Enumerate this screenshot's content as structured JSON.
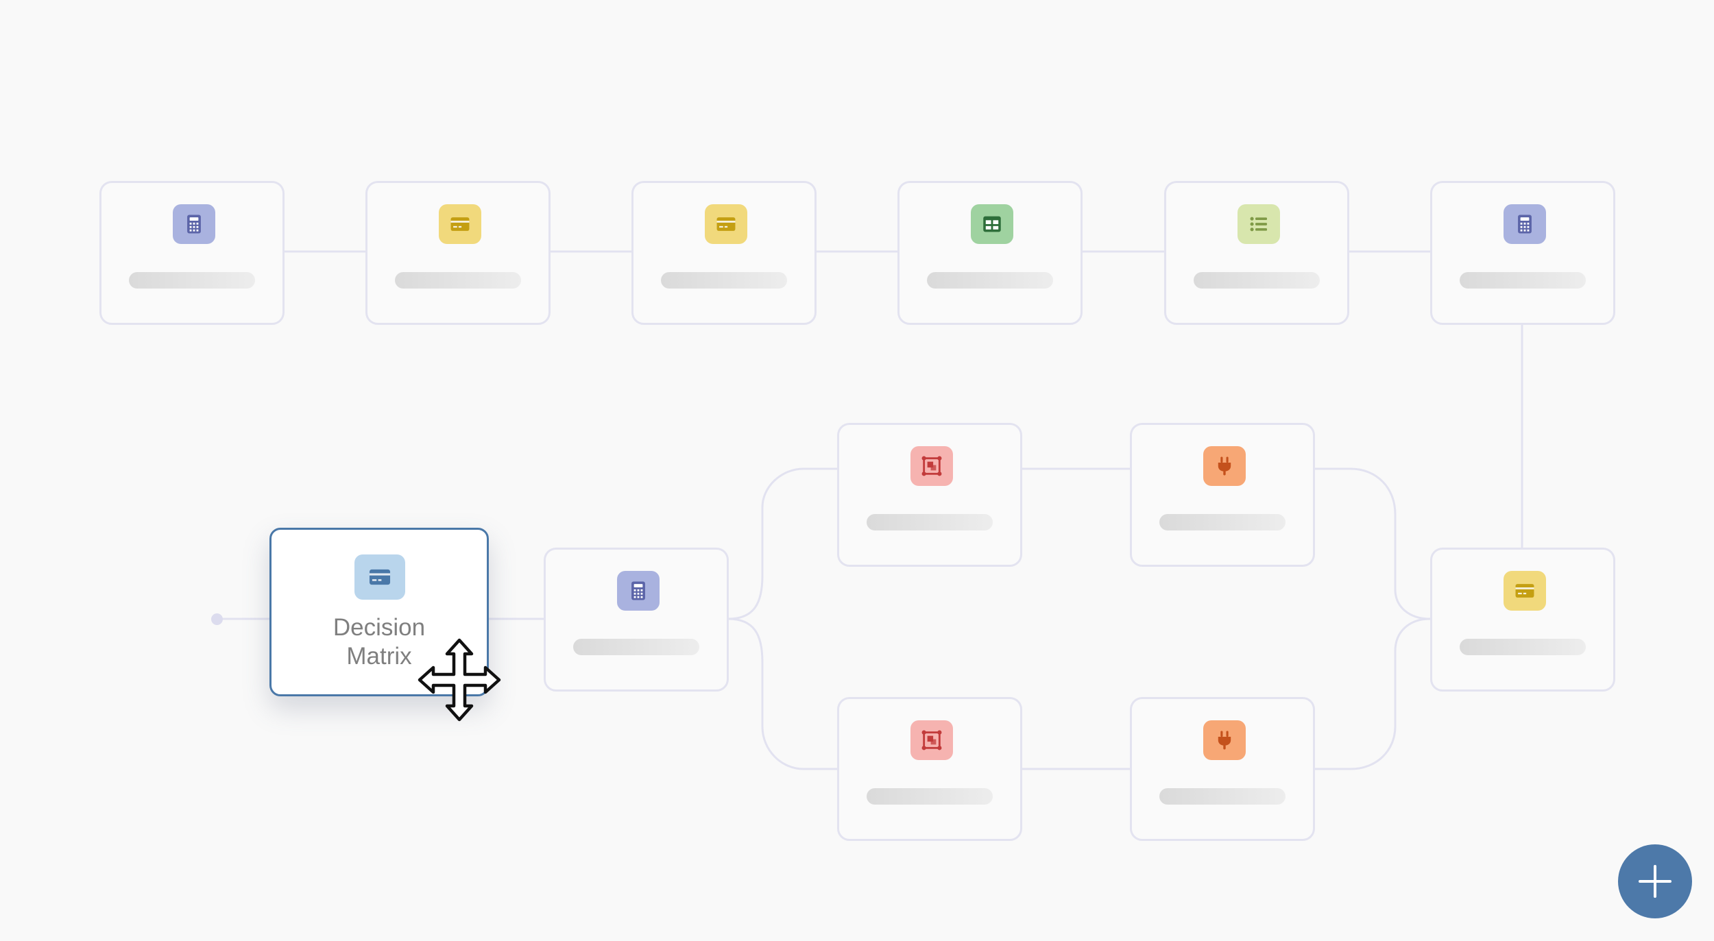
{
  "canvas": {
    "background": "#f9f9f9",
    "connector_color": "#e2e2f0"
  },
  "selected_node": {
    "label": "Decision Matrix",
    "icon": "card-icon",
    "icon_bg": "#b9d5ec",
    "icon_color": "#4a78a8",
    "border_color": "#4a78a8"
  },
  "nodes": [
    {
      "id": "top-1",
      "icon": "calculator-icon",
      "icon_bg": "#a9b2df",
      "icon_color": "#5b64a8"
    },
    {
      "id": "top-2",
      "icon": "card-icon",
      "icon_bg": "#f1d97c",
      "icon_color": "#c49f12"
    },
    {
      "id": "top-3",
      "icon": "card-icon",
      "icon_bg": "#f1d97c",
      "icon_color": "#c49f12"
    },
    {
      "id": "top-4",
      "icon": "table-icon",
      "icon_bg": "#9fd2a0",
      "icon_color": "#2e6e3a"
    },
    {
      "id": "top-5",
      "icon": "list-icon",
      "icon_bg": "#d8e6ad",
      "icon_color": "#7f9a46"
    },
    {
      "id": "top-6",
      "icon": "calculator-icon",
      "icon_bg": "#a9b2df",
      "icon_color": "#5b64a8"
    },
    {
      "id": "mid-calc",
      "icon": "calculator-icon",
      "icon_bg": "#a9b2df",
      "icon_color": "#5b64a8"
    },
    {
      "id": "branch-a-1",
      "icon": "image-frame-icon",
      "icon_bg": "#f6b3b0",
      "icon_color": "#c23b3b"
    },
    {
      "id": "branch-a-2",
      "icon": "plug-icon",
      "icon_bg": "#f7a775",
      "icon_color": "#c4511c"
    },
    {
      "id": "branch-b-1",
      "icon": "image-frame-icon",
      "icon_bg": "#f6b3b0",
      "icon_color": "#c23b3b"
    },
    {
      "id": "branch-b-2",
      "icon": "plug-icon",
      "icon_bg": "#f7a775",
      "icon_color": "#c4511c"
    },
    {
      "id": "merge",
      "icon": "card-icon",
      "icon_bg": "#f1d97c",
      "icon_color": "#c49f12"
    }
  ],
  "actions": {
    "add_button_icon": "plus-icon",
    "add_button_color": "#4d79a9"
  }
}
